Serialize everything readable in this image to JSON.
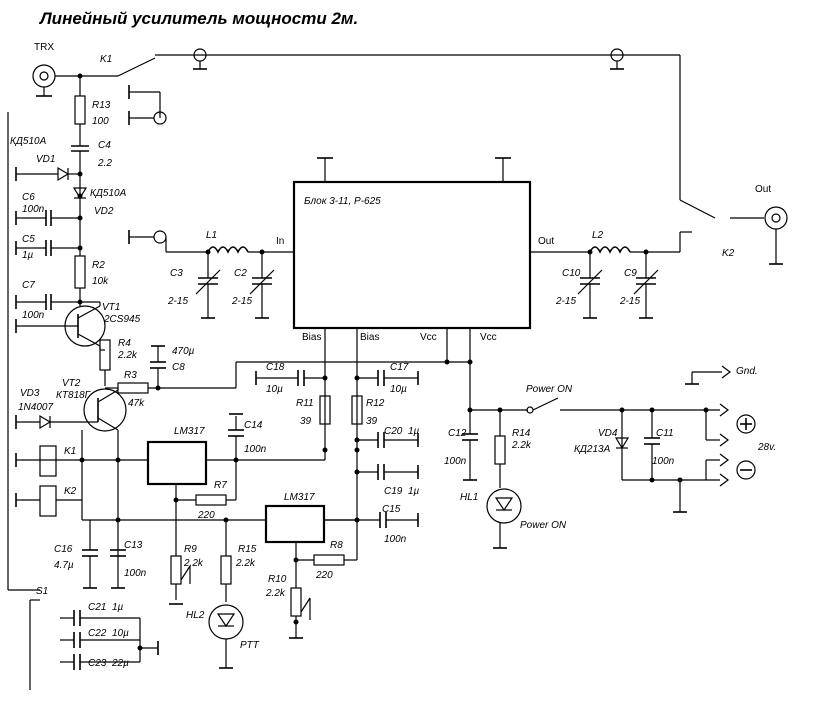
{
  "title": "Линейный усилитель мощности 2м.",
  "block": {
    "name": "Блок 3-11, Р-625",
    "in": "In",
    "out": "Out",
    "bias1": "Bias",
    "bias2": "Bias",
    "vcc1": "Vcc",
    "vcc2": "Vcc"
  },
  "connectors": {
    "trx": "TRX",
    "out": "Out",
    "gnd": "Gnd.",
    "supply": "28v."
  },
  "relays": {
    "k1": "K1",
    "k2": "K2",
    "k1coil": "K1",
    "k2coil": "K2"
  },
  "switches": {
    "power": "Power ON",
    "s1": "S1"
  },
  "resistors": {
    "r13": "R13",
    "r13v": "100",
    "r2": "R2",
    "r2v": "10k",
    "r4": "R4",
    "r4v": "2.2k",
    "r3": "R3",
    "r3v": "47k",
    "r11": "R11",
    "r11v": "39",
    "r12": "R12",
    "r12v": "39",
    "r14": "R14",
    "r14v": "2.2k",
    "r7": "R7",
    "r7v": "220",
    "r9": "R9",
    "r9v": "2.2k",
    "r15": "R15",
    "r15v": "2.2k",
    "r8": "R8",
    "r8v": "220",
    "r10": "R10",
    "r10v": "2.2k"
  },
  "capacitors": {
    "c4": "C4",
    "c4v": "2.2",
    "c6": "C6",
    "c6v": "100n",
    "c5": "C5",
    "c5v": "1µ",
    "c7": "C7",
    "c7v": "100n",
    "c3": "C3",
    "c3v": "2-15",
    "c2": "C2",
    "c2v": "2-15",
    "c10": "C10",
    "c10v": "2-15",
    "c9": "C9",
    "c9v": "2-15",
    "c8": "C8",
    "c8v": "470µ",
    "c18": "C18",
    "c18v": "10µ",
    "c17": "C17",
    "c17v": "10µ",
    "c20": "C20",
    "c20v": "1µ",
    "c19": "C19",
    "c19v": "1µ",
    "c14": "C14",
    "c14v": "100n",
    "c12": "C12",
    "c12v": "100n",
    "c11": "C11",
    "c11v": "100n",
    "c15": "C15",
    "c15v": "100n",
    "c16": "C16",
    "c16v": "4.7µ",
    "c13": "C13",
    "c13v": "100n",
    "c21": "C21",
    "c21v": "1µ",
    "c22": "C22",
    "c22v": "10µ",
    "c23": "C23",
    "c23v": "22µ"
  },
  "inductors": {
    "l1": "L1",
    "l2": "L2"
  },
  "semis": {
    "vd1": "VD1",
    "vd1t": "КД510А",
    "vd2": "VD2",
    "vd2t": "КД510А",
    "vt1": "VT1",
    "vt1t": "2CS945",
    "vt2": "VT2",
    "vt2t": "КТ818Г",
    "vd3": "VD3",
    "vd3t": "1N4007",
    "vd4": "VD4",
    "vd4t": "КД213А",
    "lm1": "LM317",
    "lm2": "LM317",
    "hl1": "HL1",
    "hl1t": "Power ON",
    "hl2": "HL2",
    "hl2t": "PTT"
  }
}
